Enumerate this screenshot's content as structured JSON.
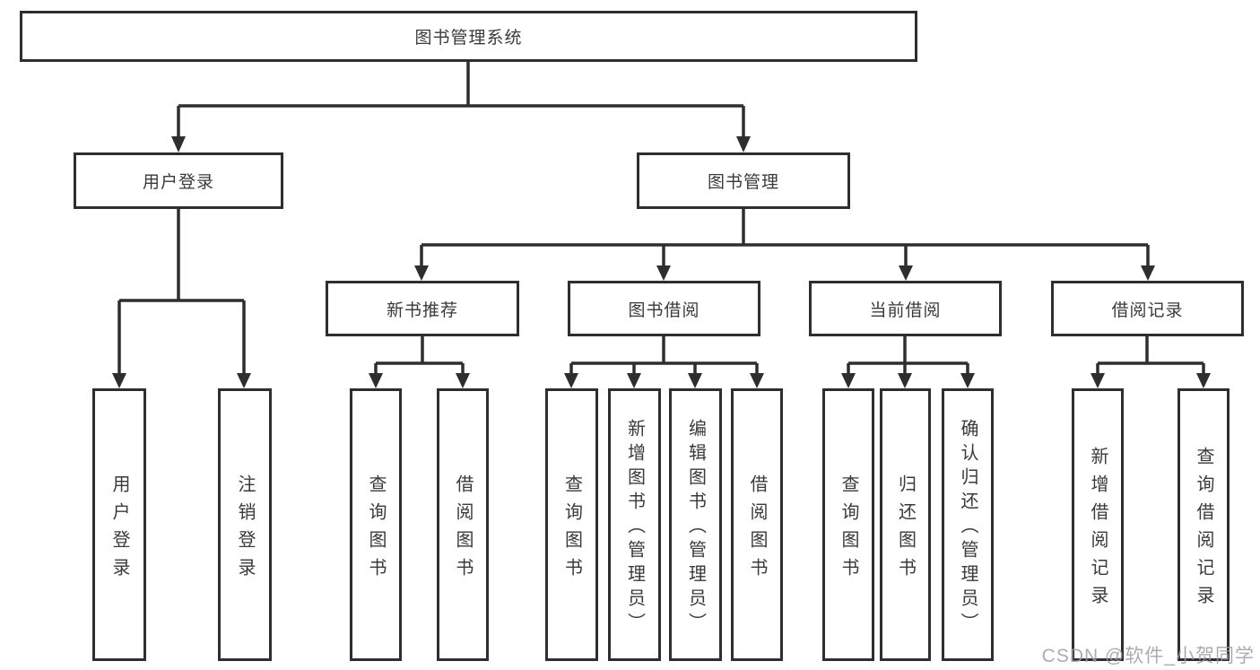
{
  "diagram": {
    "root": "图书管理系统",
    "branches": [
      {
        "label": "用户登录",
        "children": [
          "用户登录",
          "注销登录"
        ]
      },
      {
        "label": "图书管理",
        "sections": [
          {
            "label": "新书推荐",
            "children": [
              "查询图书",
              "借阅图书"
            ]
          },
          {
            "label": "图书借阅",
            "children": [
              "查询图书",
              "新增图书（管理员）",
              "编辑图书（管理员）",
              "借阅图书"
            ]
          },
          {
            "label": "当前借阅",
            "children": [
              "查询图书",
              "归还图书",
              "确认归还（管理员）"
            ]
          },
          {
            "label": "借阅记录",
            "children": [
              "新增借阅记录",
              "查询借阅记录"
            ]
          }
        ]
      }
    ]
  },
  "watermark": {
    "text": "CSDN @软件_小贺同学"
  },
  "colors": {
    "line": "#2e2e2e",
    "text": "#3a3a3a",
    "watermark": "#9e9e9e",
    "background": "#ffffff"
  }
}
